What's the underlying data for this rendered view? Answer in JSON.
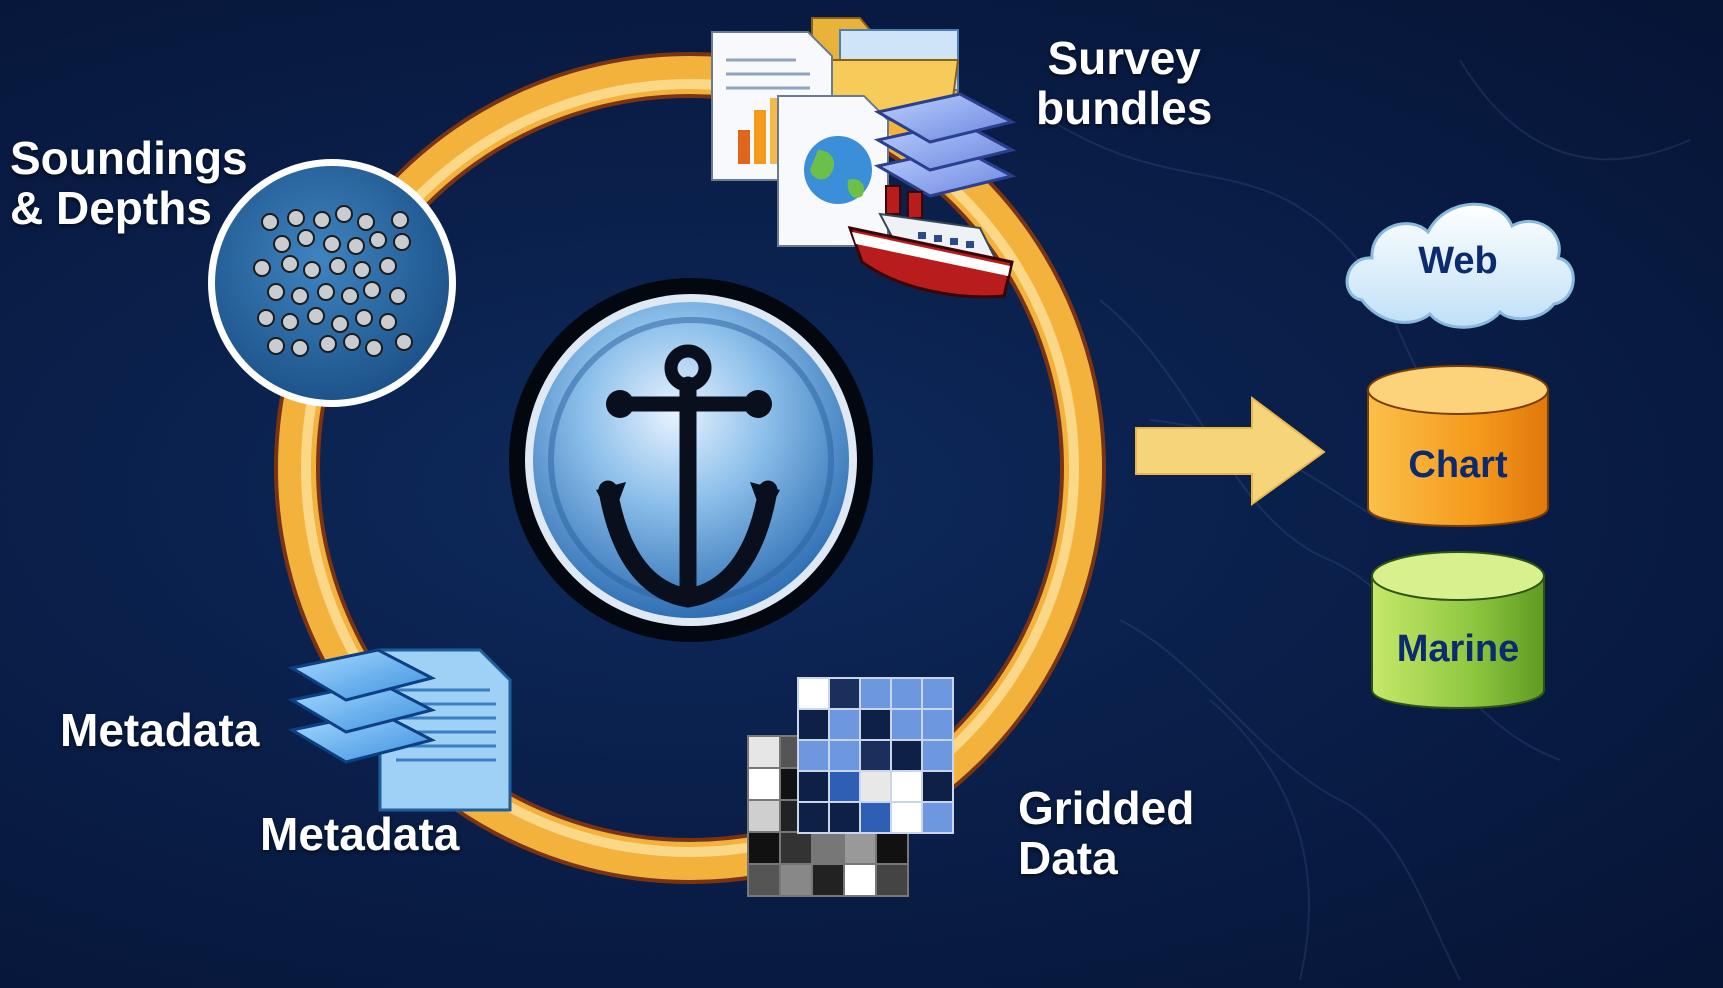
{
  "labels": {
    "soundings": [
      "Soundings",
      "& Depths"
    ],
    "survey": [
      "Survey",
      "bundles"
    ],
    "metadata_left": "Metadata",
    "metadata_bottom": "Metadata",
    "gridded": [
      "Gridded",
      "Data"
    ]
  },
  "outputs": {
    "web": "Web",
    "chart": "Chart",
    "marine": "Marine"
  },
  "colors": {
    "ring": "#f2b23c",
    "ring_light": "#fbe19a",
    "arrow": "#f6d47a",
    "chart_db": "#f39a1c",
    "marine_db": "#8cc63f",
    "web_text": "#0c2a6e",
    "anchor": "#0a0f1e",
    "hub_blue": "#4a8fd0"
  },
  "icons": {
    "center": "anchor-icon",
    "soundings": "sounding-points-icon",
    "survey": "survey-bundle-icon",
    "metadata": "metadata-document-icon",
    "gridded": "raster-grid-icon",
    "arrow": "right-arrow-icon"
  }
}
